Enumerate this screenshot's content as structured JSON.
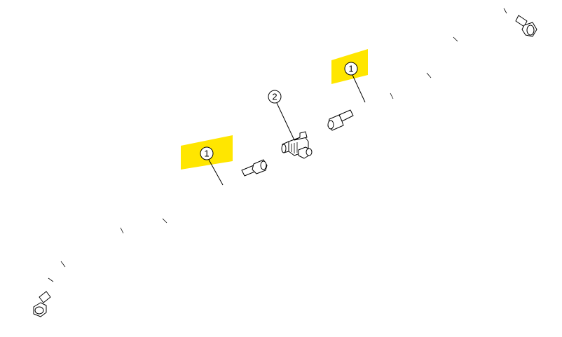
{
  "callouts": [
    {
      "id": "callout-1-upper",
      "label": "1",
      "highlighted": true
    },
    {
      "id": "callout-1-lower",
      "label": "1",
      "highlighted": true
    },
    {
      "id": "callout-2",
      "label": "2",
      "highlighted": false
    }
  ],
  "colors": {
    "highlight": "#FFE600",
    "line": "#000000",
    "background": "#FFFFFF"
  }
}
